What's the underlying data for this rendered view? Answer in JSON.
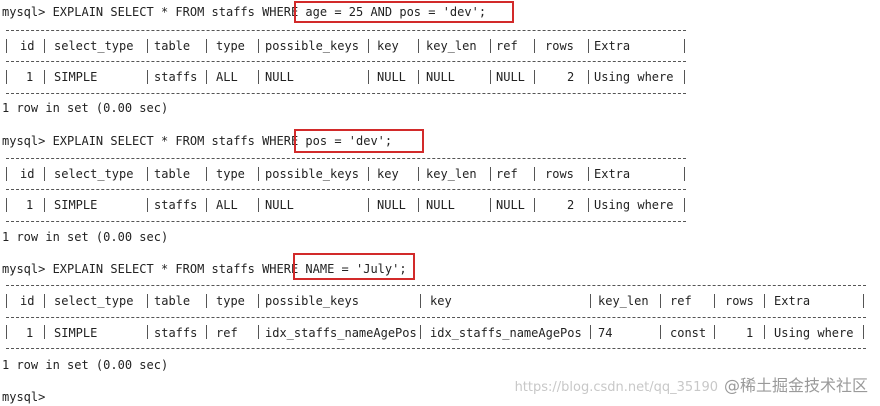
{
  "terminal": {
    "blocks": [
      {
        "query": "mysql> EXPLAIN SELECT * FROM staffs WHERE age = 25 AND pos = 'dev';",
        "highlight": "age = 25 AND pos = 'dev';",
        "headers": [
          "id",
          "select_type",
          "table",
          "type",
          "possible_keys",
          "key",
          "key_len",
          "ref",
          "rows",
          "Extra"
        ],
        "row": [
          "1",
          "SIMPLE",
          "staffs",
          "ALL",
          "NULL",
          "NULL",
          "NULL",
          "NULL",
          "2",
          "Using where"
        ],
        "summary": "1 row in set (0.00 sec)"
      },
      {
        "query": "mysql> EXPLAIN SELECT * FROM staffs WHERE pos = 'dev';",
        "highlight": "pos = 'dev';",
        "headers": [
          "id",
          "select_type",
          "table",
          "type",
          "possible_keys",
          "key",
          "key_len",
          "ref",
          "rows",
          "Extra"
        ],
        "row": [
          "1",
          "SIMPLE",
          "staffs",
          "ALL",
          "NULL",
          "NULL",
          "NULL",
          "NULL",
          "2",
          "Using where"
        ],
        "summary": "1 row in set (0.00 sec)"
      },
      {
        "query": "mysql> EXPLAIN SELECT * FROM staffs WHERE NAME = 'July';",
        "highlight": "NAME = 'July';",
        "headers": [
          "id",
          "select_type",
          "table",
          "type",
          "possible_keys",
          "key",
          "key_len",
          "ref",
          "rows",
          "Extra"
        ],
        "row": [
          "1",
          "SIMPLE",
          "staffs",
          "ref",
          "idx_staffs_nameAgePos",
          "idx_staffs_nameAgePos",
          "74",
          "const",
          "1",
          "Using where"
        ],
        "summary": "1 row in set (0.00 sec)"
      }
    ],
    "prompt": "mysql>"
  },
  "watermark": {
    "faint": "https://blog.csdn.net/qq_35190",
    "text": "@稀土掘金技术社区"
  }
}
